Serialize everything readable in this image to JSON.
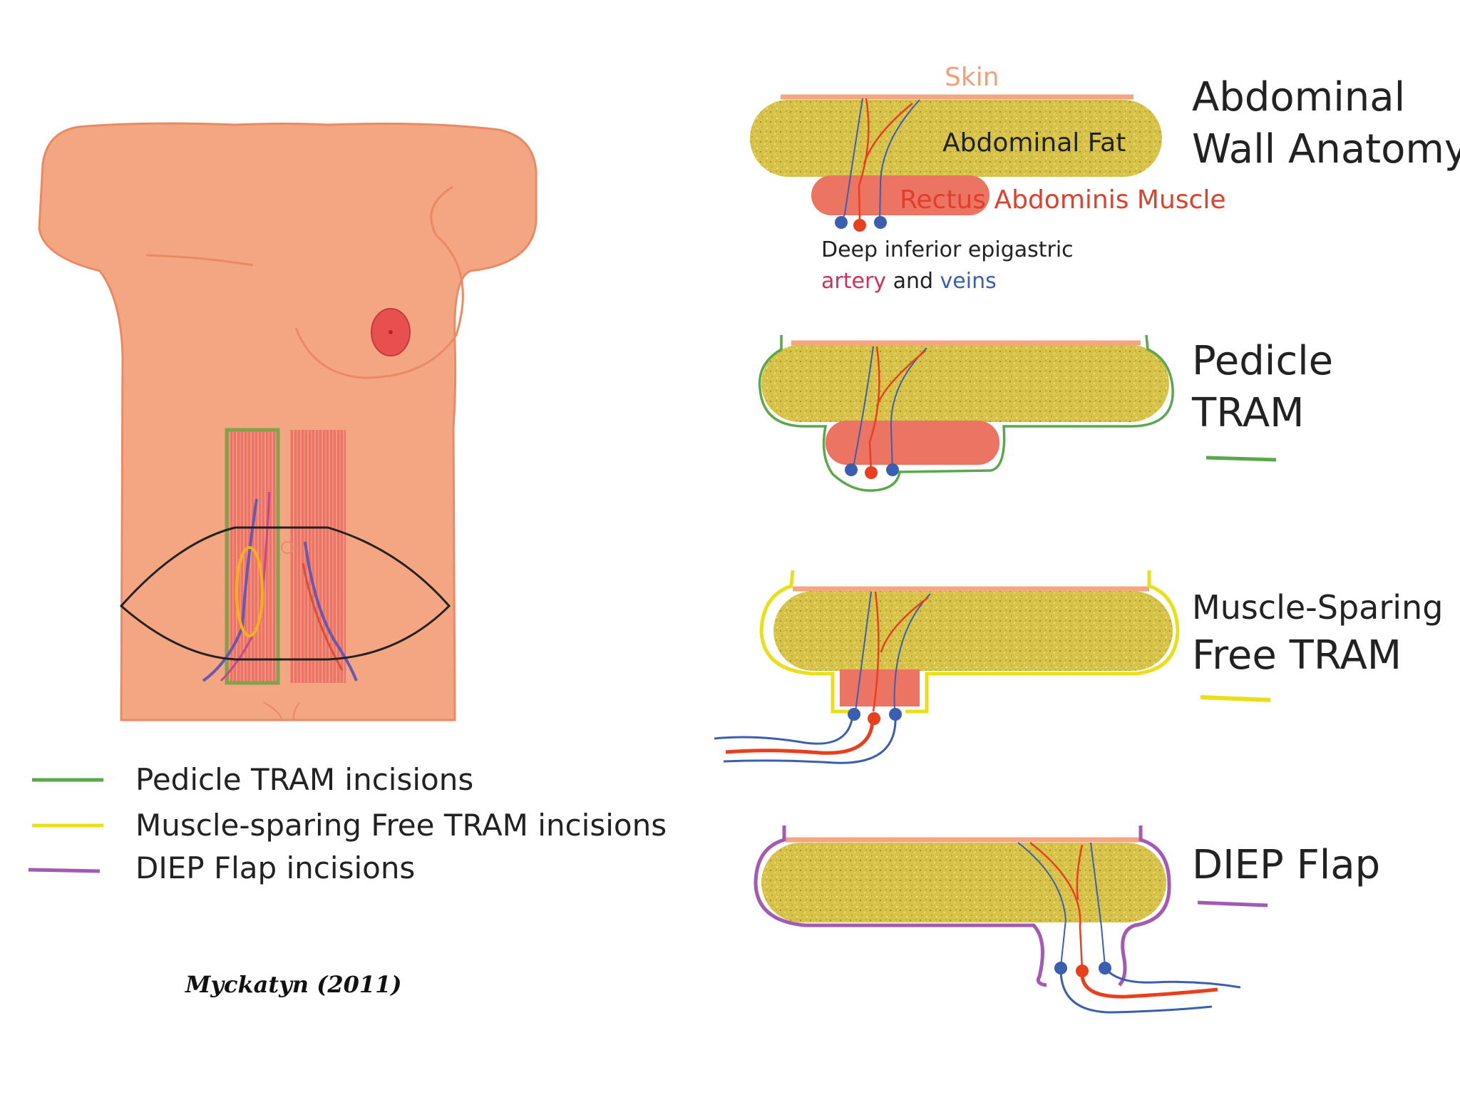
{
  "colors": {
    "skin": "#f4a683",
    "skin_outline": "#e88a64",
    "fat": "#d7c34a",
    "muscle": "#ec7463",
    "artery": "#e8401f",
    "vein": "#3b5fb0",
    "pedicle": "#5aa84c",
    "muscle_sparing": "#e9e01a",
    "diep": "#a25ab4",
    "text": "#222222"
  },
  "anatomy": {
    "skin": "Skin",
    "fat": "Abdominal Fat",
    "muscle": "Rectus Abdominis Muscle",
    "vessels_line1": "Deep inferior epigastric",
    "vessels_artery": "artery",
    "vessels_and": " and ",
    "vessels_veins": "veins"
  },
  "panels": {
    "anatomy_title": [
      "Abdominal",
      "Wall Anatomy"
    ],
    "pedicle_title": [
      "Pedicle",
      "TRAM"
    ],
    "muscle_sparing_title": [
      "Muscle-Sparing",
      "Free TRAM"
    ],
    "diep_title": [
      "DIEP Flap"
    ]
  },
  "legend": [
    {
      "label": "Pedicle TRAM incisions",
      "color": "#5aa84c"
    },
    {
      "label": "Muscle-sparing Free TRAM incisions",
      "color": "#e9e01a"
    },
    {
      "label": "DIEP Flap incisions",
      "color": "#a25ab4"
    }
  ],
  "signature": "Myckatyn (2011)"
}
